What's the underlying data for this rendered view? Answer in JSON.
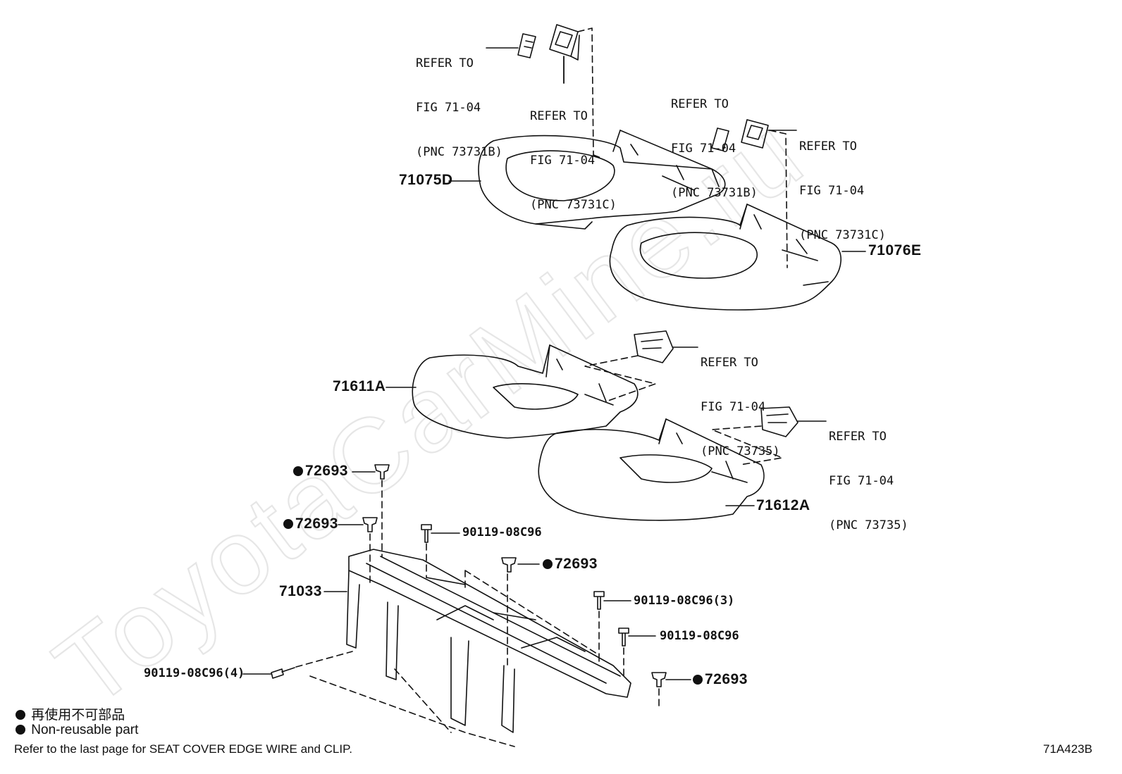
{
  "watermark": "ToyotaCarMine.ru",
  "refs": {
    "r1": [
      "REFER TO",
      "FIG 71-04",
      "(PNC 73731B)"
    ],
    "r2": [
      "REFER TO",
      "FIG 71-04",
      "(PNC 73731C)"
    ],
    "r3": [
      "REFER TO",
      "FIG 71-04",
      "(PNC 73731B)"
    ],
    "r4": [
      "REFER TO",
      "FIG 71-04",
      "(PNC 73731C)"
    ],
    "r5": [
      "REFER TO",
      "FIG 71-04",
      "(PNC 73735)"
    ],
    "r6": [
      "REFER TO",
      "FIG 71-04",
      "(PNC 73735)"
    ]
  },
  "parts": {
    "p71075D": "71075D",
    "p71076E": "71076E",
    "p71611A": "71611A",
    "p71612A": "71612A",
    "p71033": "71033",
    "p72693": "72693",
    "bolt1": "90119-08C96",
    "bolt3": "90119-08C96(3)",
    "bolt4": "90119-08C96(4)"
  },
  "legend": {
    "jp": "再使用不可部品",
    "en": "Non-reusable part",
    "note": "Refer to the last page for SEAT COVER EDGE WIRE and CLIP."
  },
  "figure_id": "71A423B"
}
